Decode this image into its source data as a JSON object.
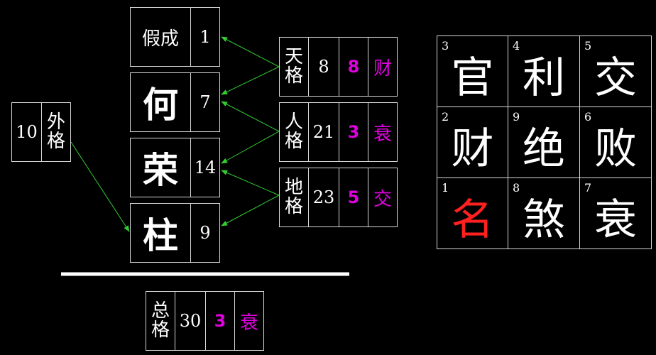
{
  "name_column": {
    "pseudo": {
      "text": "假成",
      "number": "1"
    },
    "chars": [
      {
        "text": "何",
        "number": "7"
      },
      {
        "text": "荣",
        "number": "14"
      },
      {
        "text": "柱",
        "number": "9"
      }
    ]
  },
  "outer_grid": {
    "number": "10",
    "label": [
      "外",
      "格"
    ]
  },
  "grids": [
    {
      "label": [
        "天",
        "格"
      ],
      "number": "8",
      "digit": "8",
      "fortune": "财"
    },
    {
      "label": [
        "人",
        "格"
      ],
      "number": "21",
      "digit": "3",
      "fortune": "衰"
    },
    {
      "label": [
        "地",
        "格"
      ],
      "number": "23",
      "digit": "5",
      "fortune": "交"
    }
  ],
  "total_grid": {
    "label": [
      "总",
      "格"
    ],
    "number": "30",
    "digit": "3",
    "fortune": "衰"
  },
  "nine_grid": [
    {
      "number": "3",
      "char": "官"
    },
    {
      "number": "4",
      "char": "利"
    },
    {
      "number": "5",
      "char": "交"
    },
    {
      "number": "2",
      "char": "财"
    },
    {
      "number": "9",
      "char": "绝"
    },
    {
      "number": "6",
      "char": "败"
    },
    {
      "number": "1",
      "char": "名",
      "highlight": true
    },
    {
      "number": "8",
      "char": "煞"
    },
    {
      "number": "7",
      "char": "衰"
    }
  ],
  "colors": {
    "arrow": "#33cc33",
    "accent": "#e000e0",
    "highlight": "#ff2020",
    "border": "#d8d8d8"
  }
}
